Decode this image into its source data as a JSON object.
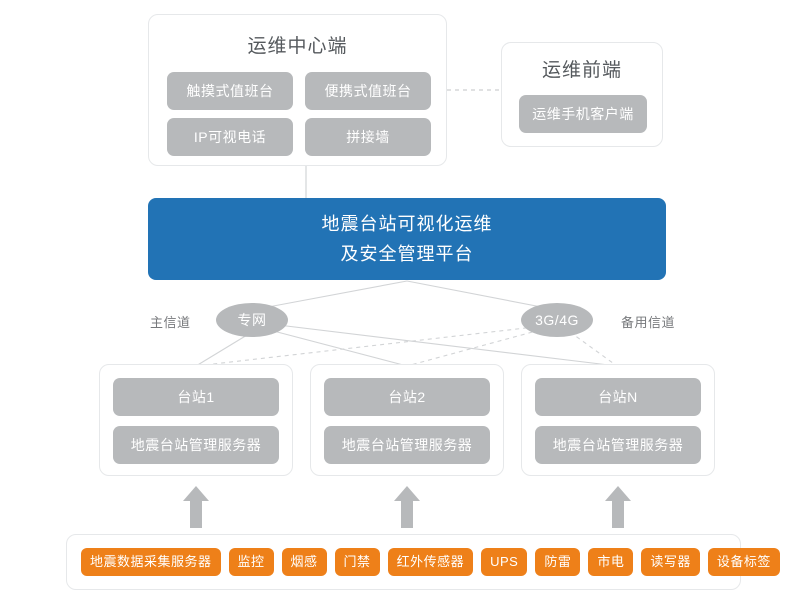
{
  "diagram": {
    "title_ops_center": "运维中心端",
    "title_ops_front": "运维前端",
    "platform_line1": "地震台站可视化运维",
    "platform_line2": "及安全管理平台"
  },
  "ops_center": {
    "title": "运维中心端",
    "items": [
      {
        "label": "触摸式值班台"
      },
      {
        "label": "便携式值班台"
      },
      {
        "label": "IP可视电话"
      },
      {
        "label": "拼接墙"
      }
    ]
  },
  "ops_front": {
    "title": "运维前端",
    "items": [
      {
        "label": "运维手机客户端"
      }
    ]
  },
  "channels": {
    "primary_label": "主信道",
    "primary_node": "专网",
    "backup_node": "3G/4G",
    "backup_label": "备用信道"
  },
  "stations": [
    {
      "name": "台站1",
      "server": "地震台站管理服务器"
    },
    {
      "name": "台站2",
      "server": "地震台站管理服务器"
    },
    {
      "name": "台站N",
      "server": "地震台站管理服务器"
    }
  ],
  "devices": [
    {
      "label": "地震数据采集服务器"
    },
    {
      "label": "监控"
    },
    {
      "label": "烟感"
    },
    {
      "label": "门禁"
    },
    {
      "label": "红外传感器"
    },
    {
      "label": "UPS"
    },
    {
      "label": "防雷"
    },
    {
      "label": "市电"
    },
    {
      "label": "读写器"
    },
    {
      "label": "设备标签"
    }
  ],
  "colors": {
    "platform_blue": "#2273b5",
    "tag_orange": "#ee8019",
    "box_gray": "#b7b9bb",
    "line_gray": "#d2d4d6",
    "card_border": "#e6e8ea"
  }
}
